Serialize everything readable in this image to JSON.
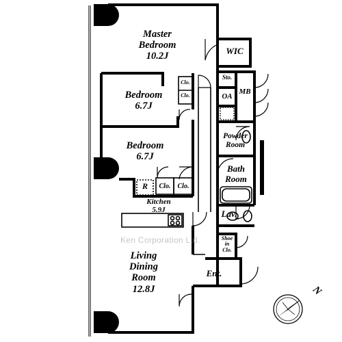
{
  "rooms": {
    "master_bedroom": {
      "name": "Master\nBedroom",
      "size": "10.2J"
    },
    "bedroom_1": {
      "name": "Bedroom",
      "size": "6.7J"
    },
    "bedroom_2": {
      "name": "Bedroom",
      "size": "6.7J"
    },
    "kitchen": {
      "name": "Kitchen",
      "size": "5.9J"
    },
    "living": {
      "name": "Living\nDining\nRoom",
      "size": "12.8J"
    },
    "wic": "WIC",
    "storage": "Sto.",
    "oa": "OA",
    "mb": "MB",
    "powder_room": "Powder\nRoom",
    "bath_room": "Bath\nRoom",
    "lavatory": "Lav.",
    "shoe_closet": "Shoe\nin\nClo.",
    "entrance": "Ent.",
    "closet_1a": "Clo.",
    "closet_1b": "Clo.",
    "closet_2a": "Clo.",
    "closet_2b": "Clo.",
    "refrigerator": "R"
  },
  "watermark": "Ken Corporation Ltd.",
  "compass": {
    "direction": "N",
    "icon": "compass-rose-icon"
  },
  "colors": {
    "wall": "#000000",
    "window": "#555555",
    "background": "#ffffff"
  }
}
